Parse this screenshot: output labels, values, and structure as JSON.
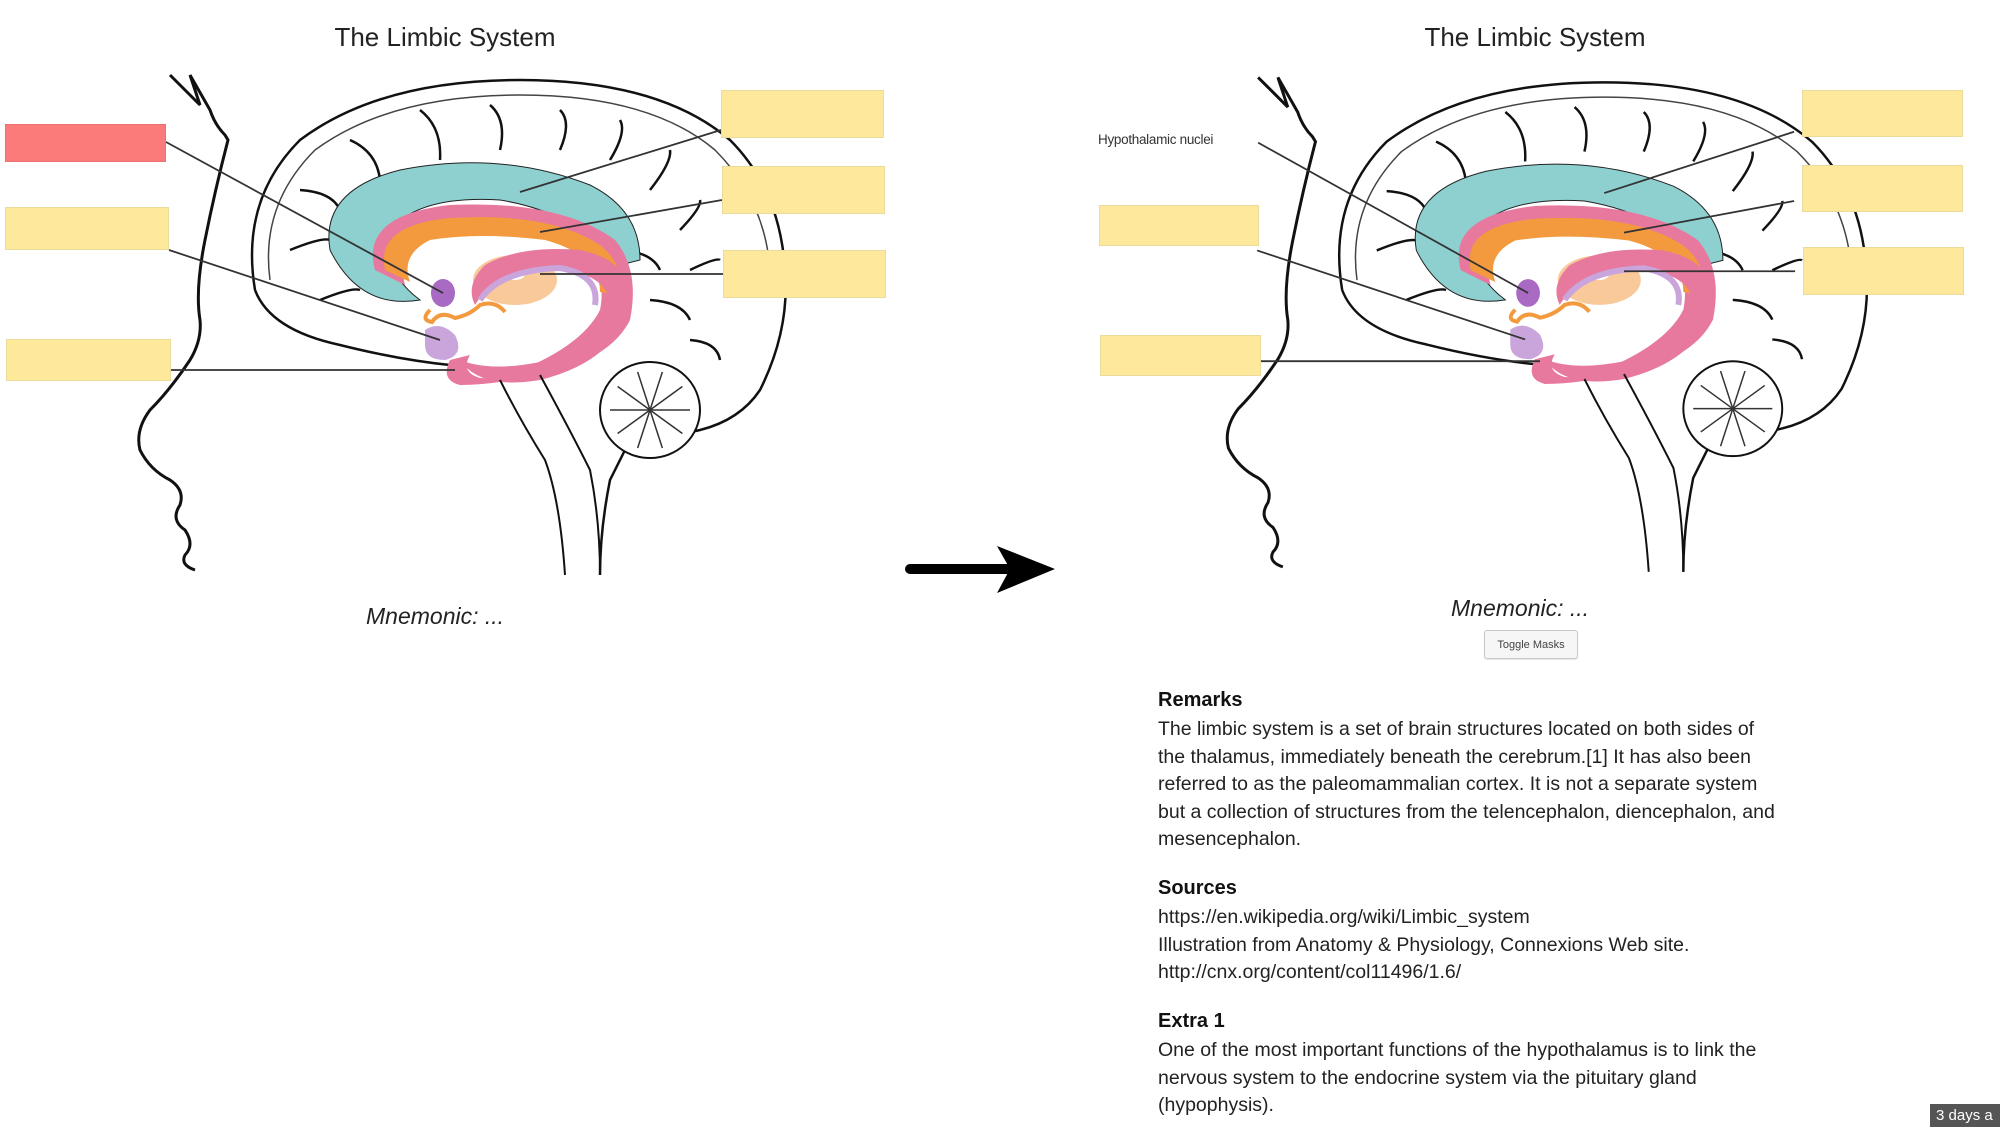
{
  "left_card": {
    "title": "The Limbic System",
    "mnemonic": "Mnemonic: ...",
    "labels": [
      {
        "side": "left",
        "state": "active-mask"
      },
      {
        "side": "left",
        "state": "mask"
      },
      {
        "side": "left",
        "state": "mask"
      },
      {
        "side": "right",
        "state": "mask"
      },
      {
        "side": "right",
        "state": "mask"
      },
      {
        "side": "right",
        "state": "mask"
      }
    ]
  },
  "arrow": {
    "icon": "right-arrow-icon"
  },
  "right_card": {
    "title": "The Limbic System",
    "revealed_label": "Hypothalamic nuclei",
    "mnemonic": "Mnemonic: ...",
    "toggle_button": "Toggle Masks",
    "sections": [
      {
        "heading": "Remarks",
        "lines": [
          "The limbic system is a set of brain structures located on both sides of",
          "the thalamus, immediately beneath the cerebrum.[1] It has also been",
          "referred to as the paleomammalian cortex. It is not a separate system",
          "but a collection of structures from the telencephalon, diencephalon, and",
          "mesencephalon."
        ]
      },
      {
        "heading": "Sources",
        "lines": [
          "https://en.wikipedia.org/wiki/Limbic_system",
          "Illustration from Anatomy & Physiology, Connexions Web site.",
          "http://cnx.org/content/col11496/1.6/"
        ]
      },
      {
        "heading": "Extra 1",
        "lines": [
          "One of the most important functions of the hypothalamus is to link the",
          "nervous system to the endocrine system via the pituitary gland",
          "(hypophysis)."
        ]
      }
    ]
  },
  "timestamp": "3 days a",
  "colors": {
    "mask": "#fde89b",
    "active_mask": "#fb7b7b",
    "cingulate": "#8ecfcf",
    "fornix_orange": "#f39a3f",
    "pink": "#e7789e",
    "lavender": "#caa5dc",
    "thalamus": "#f9c99a"
  }
}
